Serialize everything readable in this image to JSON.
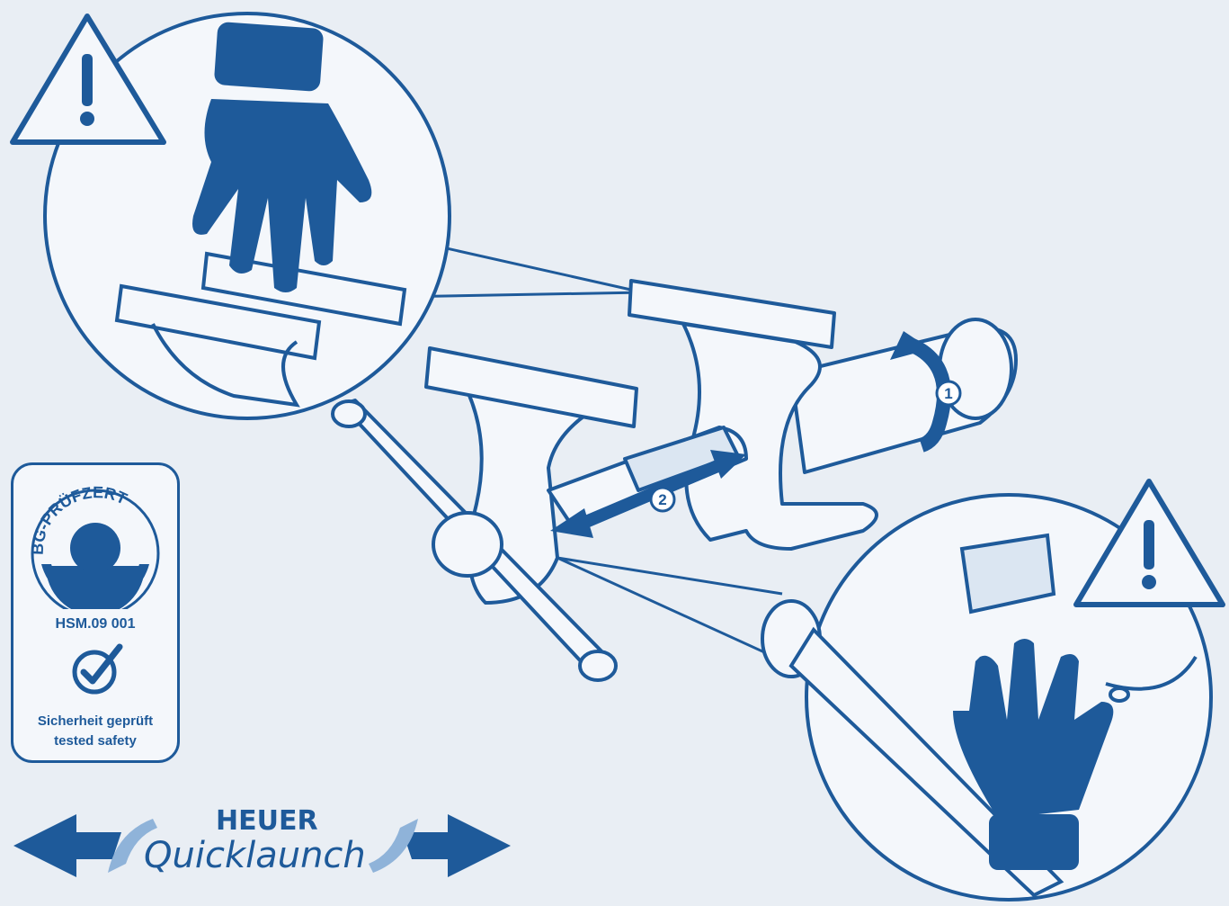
{
  "certification": {
    "seal_text": "BG-PRÜFZERT",
    "code": "HSM.09 001",
    "line_de": "Sicherheit geprüft",
    "line_en": "tested safety"
  },
  "steps": [
    "1",
    "2"
  ],
  "brand": {
    "top": "HEUER",
    "bottom": "Quicklaunch"
  },
  "colors": {
    "primary": "#1e5a9a",
    "background": "#e9eef4"
  }
}
